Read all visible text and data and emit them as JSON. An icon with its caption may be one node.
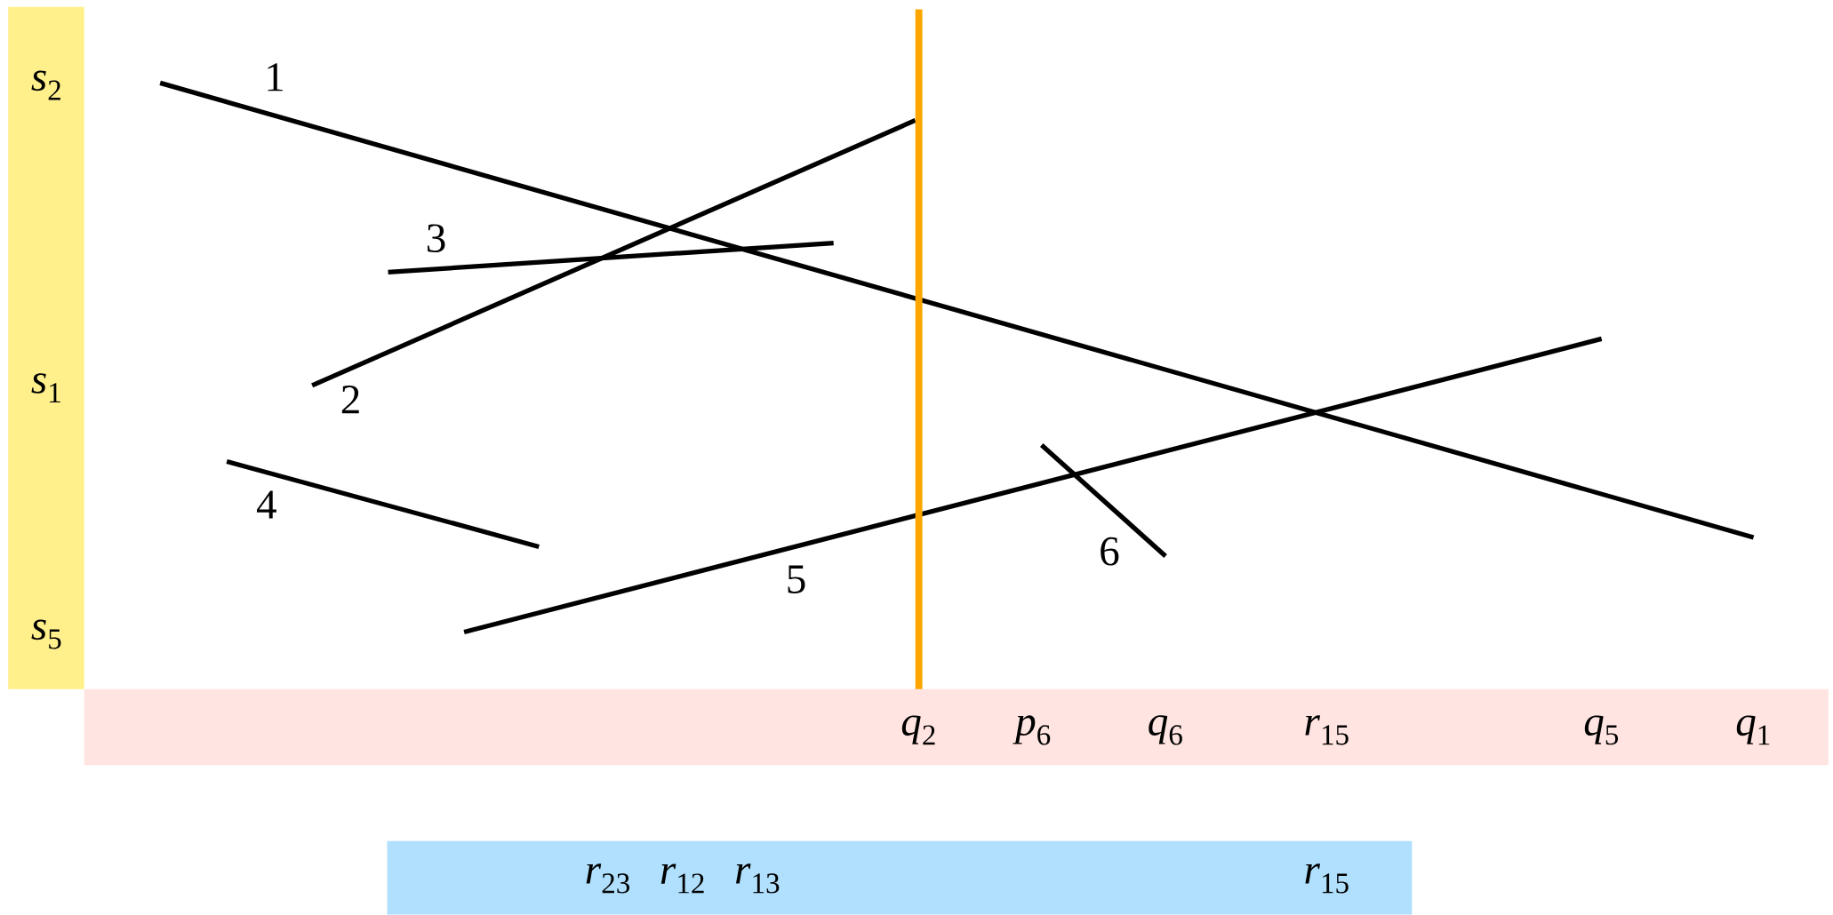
{
  "diagram": {
    "nodes": [
      {
        "text": [
          "*s*$_{2}$",
          "*s*$_{1}$",
          "*s*$_{5}$"
        ]
      },
      {
        "text": [
          "*q*$_{2}$",
          "*p*$_{6}$",
          "*q*$_{6}$",
          "*r*$_{15}$",
          "*q*$_{5}$",
          "*q*$_{1}$"
        ]
      },
      {
        "text": [
          "*r*$_{23}$",
          "*r*$_{12}$",
          "*r*$_{13}$",
          "*r*$_{15}$"
        ]
      }
    ],
    "labels": [
      "1",
      "3",
      "2",
      "4",
      "6",
      "5"
    ]
  }
}
